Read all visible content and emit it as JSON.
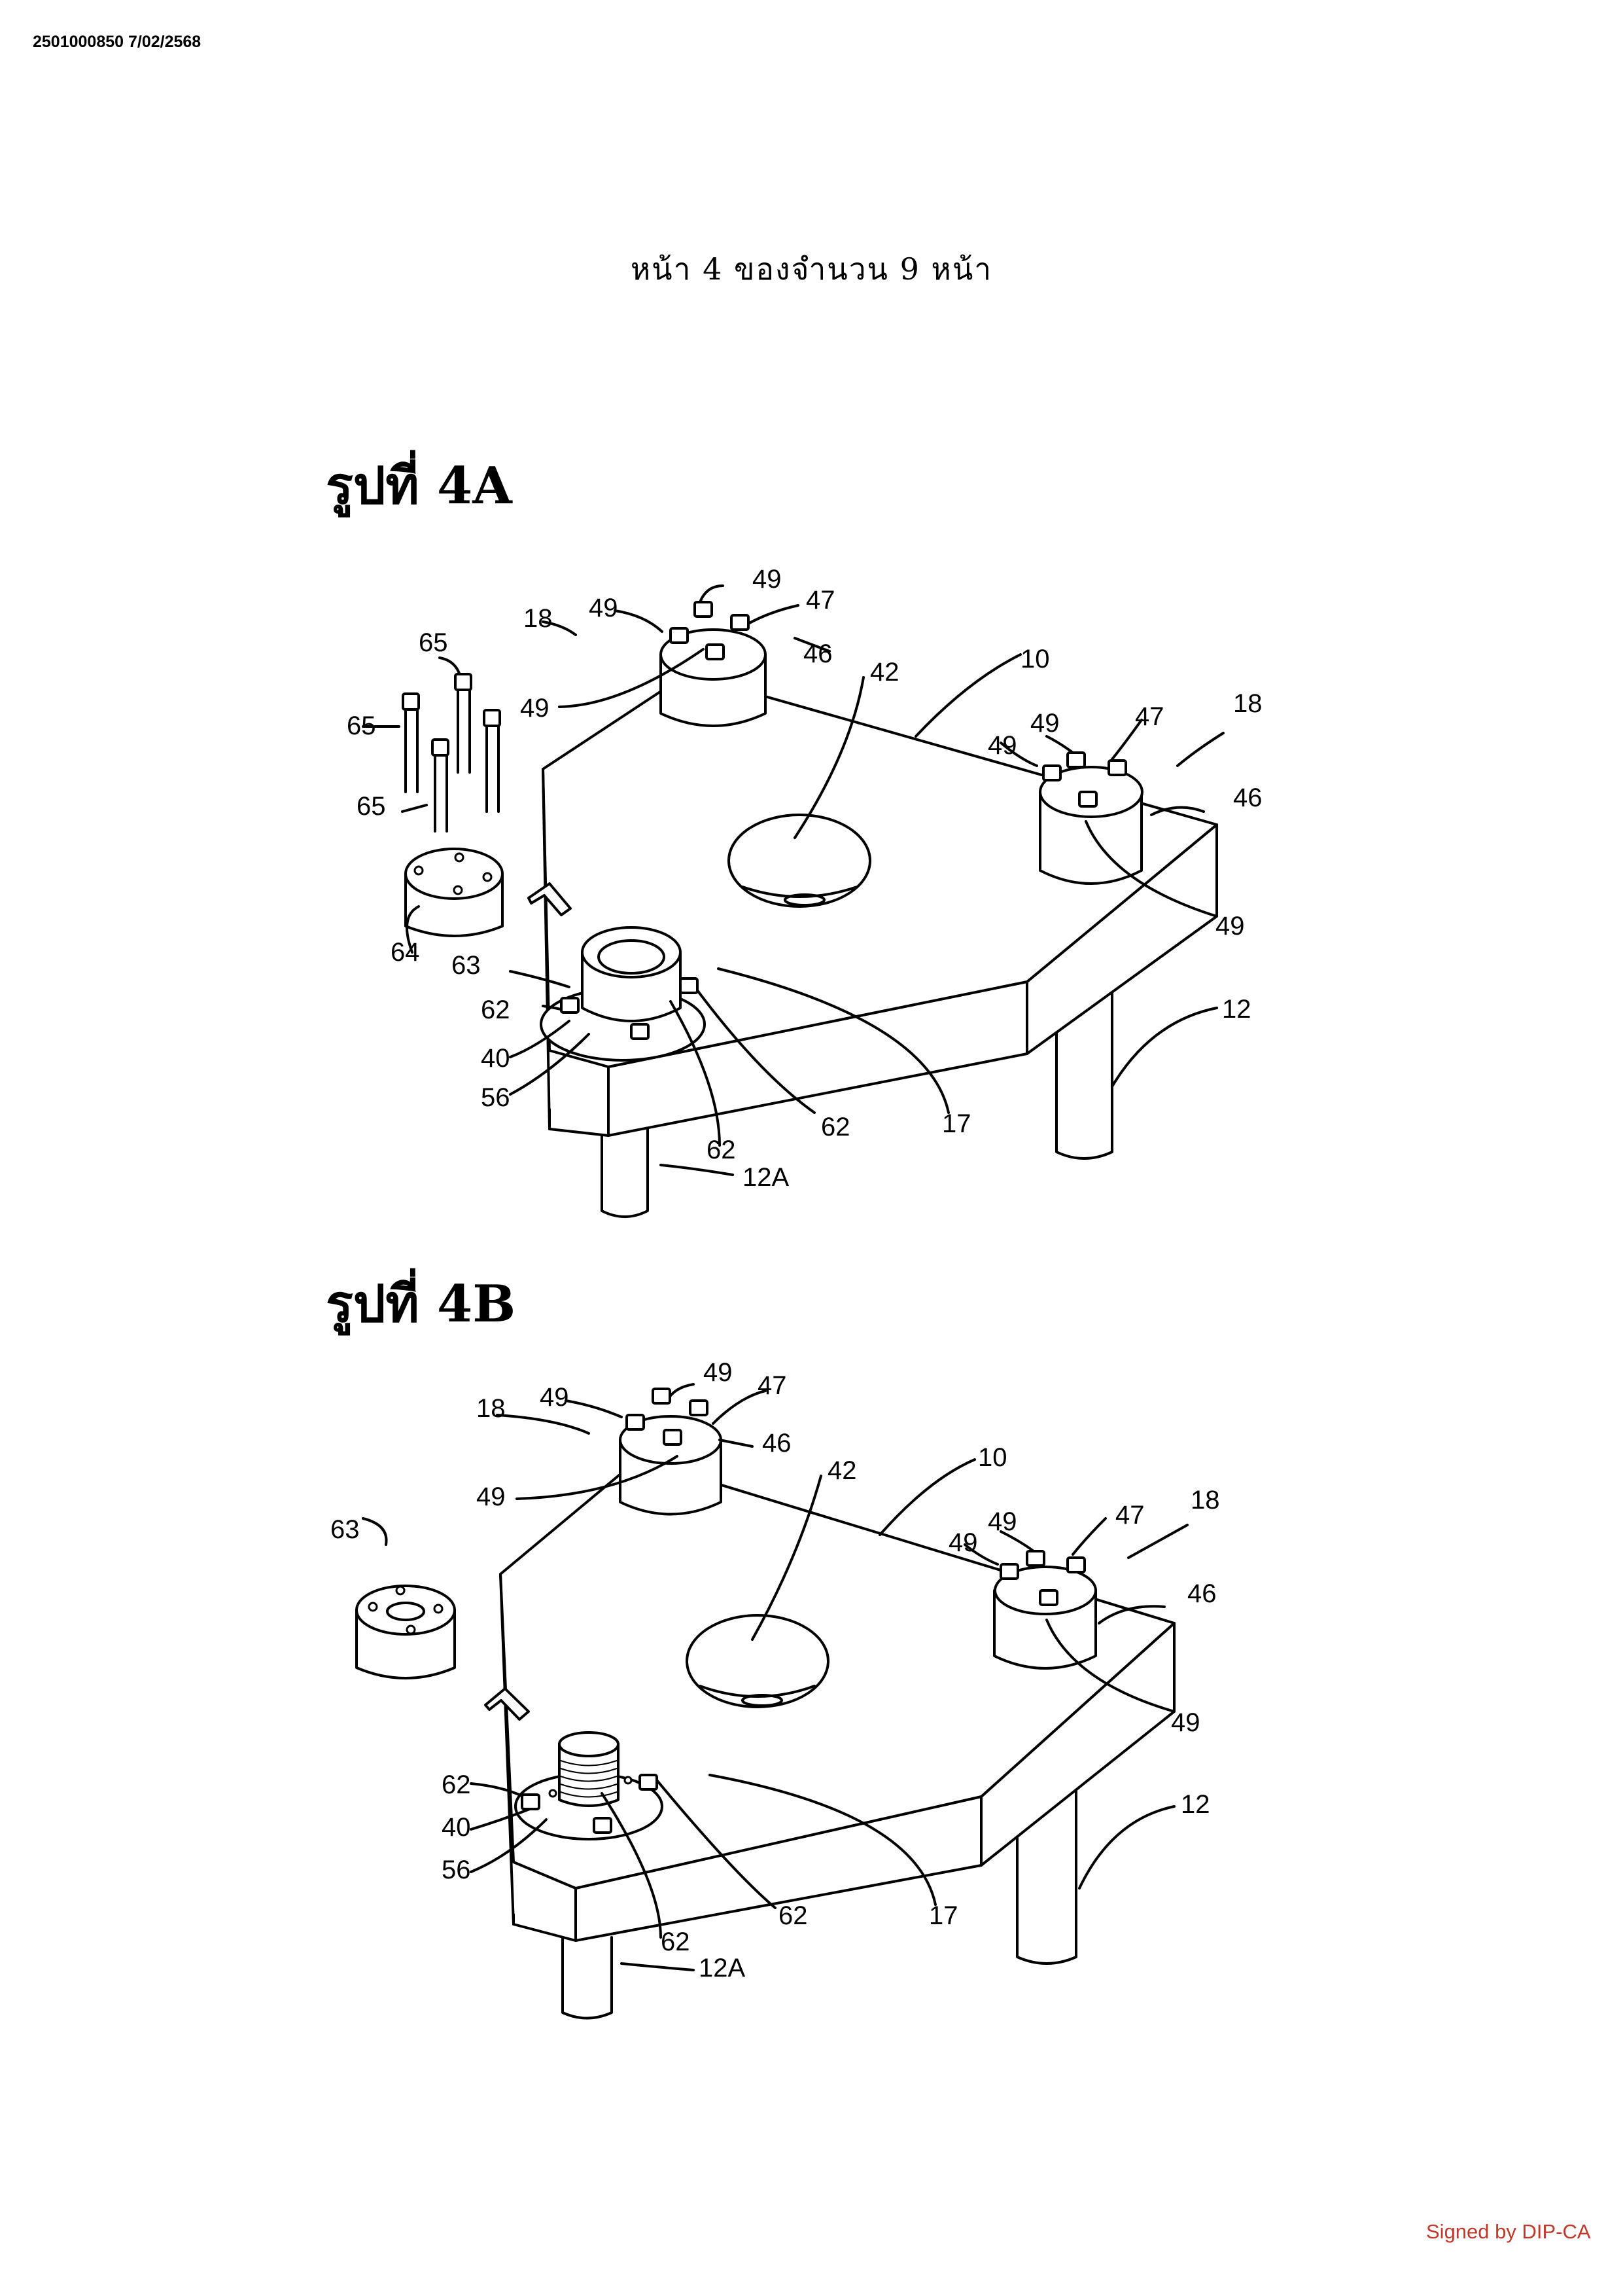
{
  "header": {
    "doc_id": "2501000850 7/02/2568"
  },
  "page_number_text": "หน้า 4 ของจำนวน 9 หน้า",
  "figures": [
    {
      "title": "รูปที่ 4A",
      "labels": {
        "l18a": "18",
        "l49a": "49",
        "l49b": "49",
        "l47a": "47",
        "l46a": "46",
        "l49c": "49",
        "l42": "42",
        "l10": "10",
        "l18b": "18",
        "l49d": "49",
        "l49e": "49",
        "l47b": "47",
        "l46b": "46",
        "l49f": "49",
        "l12": "12",
        "l17": "17",
        "l65a": "65",
        "l65b": "65",
        "l65c": "65",
        "l64": "64",
        "l63": "63",
        "l62a": "62",
        "l40": "40",
        "l56": "56",
        "l62b": "62",
        "l62c": "62",
        "l12A": "12A"
      }
    },
    {
      "title": "รูปที่ 4B",
      "labels": {
        "l18a": "18",
        "l49a": "49",
        "l49b": "49",
        "l47a": "47",
        "l46a": "46",
        "l49c": "49",
        "l42": "42",
        "l10": "10",
        "l18b": "18",
        "l49d": "49",
        "l49e": "49",
        "l47b": "47",
        "l46b": "46",
        "l49f": "49",
        "l12": "12",
        "l17": "17",
        "l63": "63",
        "l62a": "62",
        "l40": "40",
        "l56": "56",
        "l62b": "62",
        "l62c": "62",
        "l12A": "12A"
      }
    }
  ],
  "footer": {
    "signature_text": "Signed by DIP-CA"
  }
}
